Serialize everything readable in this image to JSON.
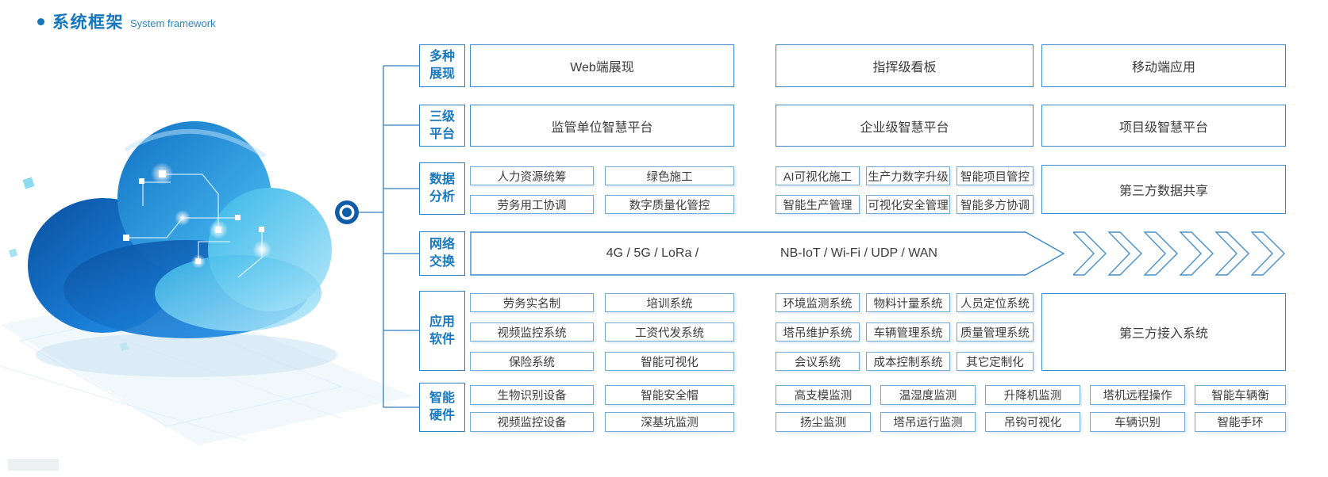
{
  "title": {
    "zh": "系统框架",
    "en": "System framework"
  },
  "colors": {
    "accent": "#1476bd",
    "line": "#2f80c3",
    "border_strong": "#3c89c8",
    "border_light": "#74a9d6",
    "text": "#3c3c3c",
    "node_fill": "#0f5ca8"
  },
  "categories": [
    {
      "line1": "多种",
      "line2": "展现"
    },
    {
      "line1": "三级",
      "line2": "平台"
    },
    {
      "line1": "数据",
      "line2": "分析"
    },
    {
      "line1": "网络",
      "line2": "交换"
    },
    {
      "line1": "应用",
      "line2": "软件"
    },
    {
      "line1": "智能",
      "line2": "硬件"
    }
  ],
  "row_display": [
    "Web端展现",
    "指挥级看板",
    "移动端应用"
  ],
  "row_platform": [
    "监管单位智慧平台",
    "企业级智慧平台",
    "项目级智慧平台"
  ],
  "row_data": {
    "left": [
      [
        "人力资源统筹",
        "绿色施工"
      ],
      [
        "劳务用工协调",
        "数字质量化管控"
      ]
    ],
    "mid": [
      [
        "AI可视化施工",
        "生产力数字升级",
        "智能项目管控"
      ],
      [
        "智能生产管理",
        "可视化安全管理",
        "智能多方协调"
      ]
    ],
    "side": "第三方数据共享"
  },
  "row_network": {
    "left_text": "4G / 5G / LoRa /",
    "right_text": "NB-IoT / Wi-Fi / UDP / WAN"
  },
  "row_software": {
    "left": [
      [
        "劳务实名制",
        "培训系统"
      ],
      [
        "视频监控系统",
        "工资代发系统"
      ],
      [
        "保险系统",
        "智能可视化"
      ]
    ],
    "mid": [
      [
        "环境监测系统",
        "物料计量系统",
        "人员定位系统"
      ],
      [
        "塔吊维护系统",
        "车辆管理系统",
        "质量管理系统"
      ],
      [
        "会议系统",
        "成本控制系统",
        "其它定制化"
      ]
    ],
    "side": "第三方接入系统"
  },
  "row_hardware": {
    "left": [
      [
        "生物识别设备",
        "智能安全帽"
      ],
      [
        "视频监控设备",
        "深基坑监测"
      ]
    ],
    "right": [
      [
        "高支模监测",
        "温湿度监测",
        "升降机监测",
        "塔机远程操作",
        "智能车辆衡"
      ],
      [
        "扬尘监测",
        "塔吊运行监测",
        "吊钩可视化",
        "车辆识别",
        "智能手环"
      ]
    ]
  }
}
